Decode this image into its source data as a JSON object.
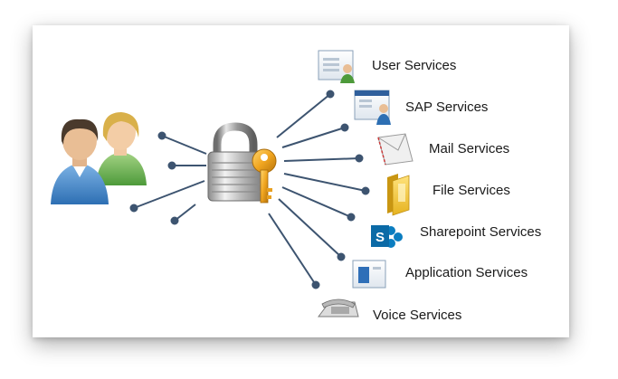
{
  "diagram": {
    "center": "padlock-with-key",
    "users": "user-group",
    "line_color": "#3d5470",
    "services": [
      {
        "label": "User Services",
        "icon": "user-card-icon"
      },
      {
        "label": "SAP Services",
        "icon": "sap-window-icon"
      },
      {
        "label": "Mail Services",
        "icon": "envelope-icon"
      },
      {
        "label": "File Services",
        "icon": "folder-icon"
      },
      {
        "label": "Sharepoint Services",
        "icon": "sharepoint-icon"
      },
      {
        "label": "Application Services",
        "icon": "application-window-icon"
      },
      {
        "label": "Voice Services",
        "icon": "telephone-icon"
      }
    ]
  }
}
